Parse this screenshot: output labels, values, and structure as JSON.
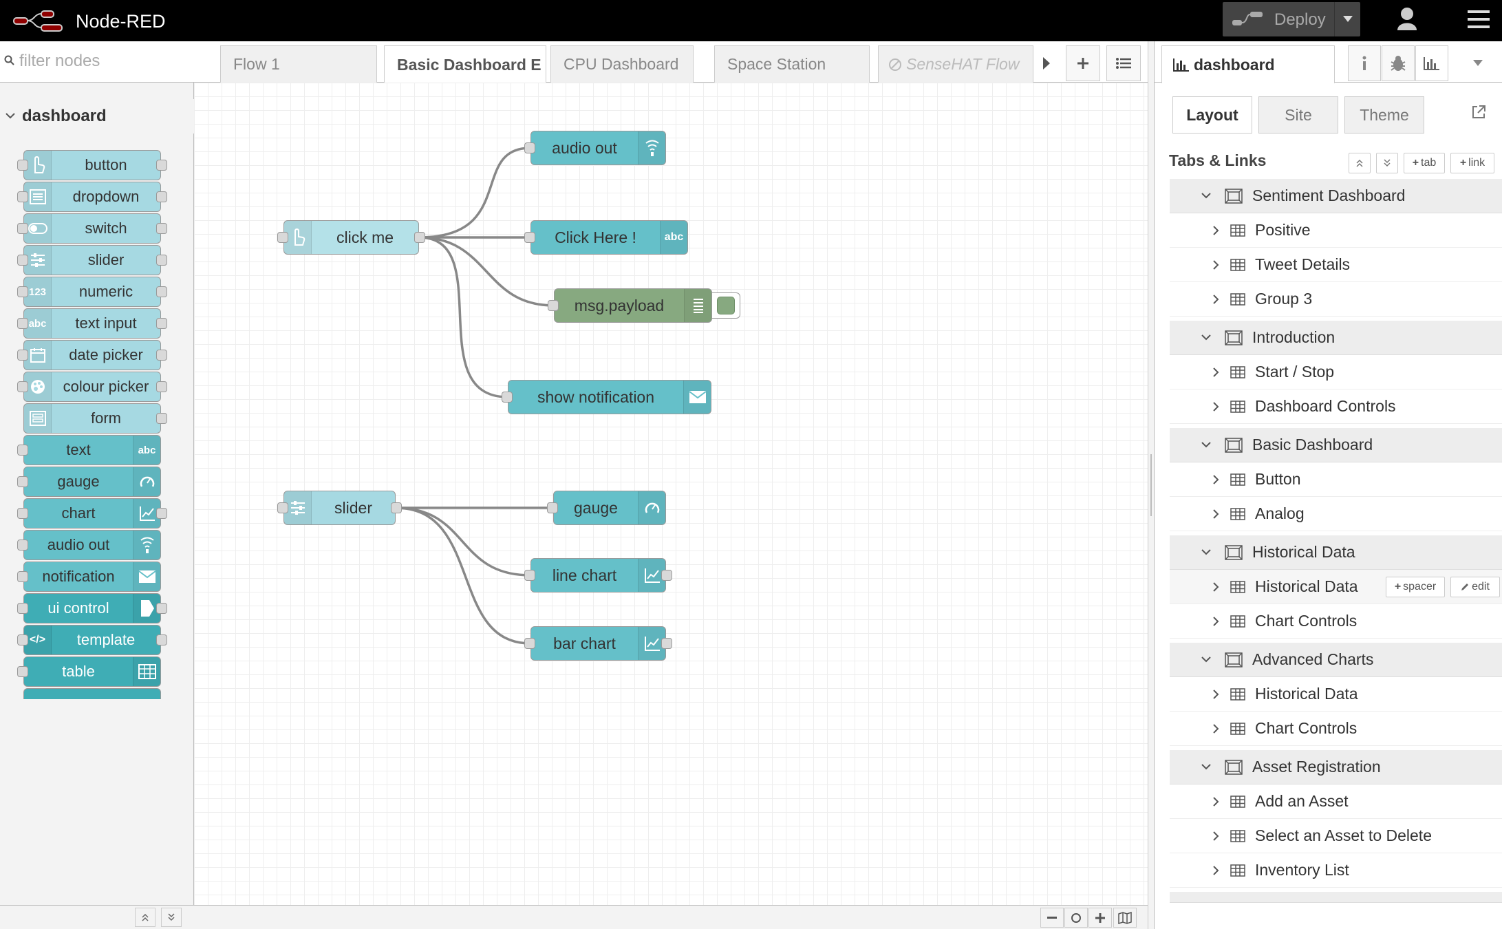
{
  "header": {
    "title": "Node-RED",
    "deploy_label": "Deploy"
  },
  "palette": {
    "filter_placeholder": "filter nodes",
    "category_label": "dashboard",
    "nodes": [
      {
        "label": "button",
        "icon": "hand-pointer-icon"
      },
      {
        "label": "dropdown",
        "icon": "list-icon"
      },
      {
        "label": "switch",
        "icon": "toggle-icon"
      },
      {
        "label": "slider",
        "icon": "sliders-icon"
      },
      {
        "label": "numeric",
        "icon": "numeric-123-icon"
      },
      {
        "label": "text input",
        "icon": "abc-icon"
      },
      {
        "label": "date picker",
        "icon": "calendar-icon"
      },
      {
        "label": "colour picker",
        "icon": "palette-icon"
      },
      {
        "label": "form",
        "icon": "form-icon"
      },
      {
        "label": "text",
        "icon": "abc-icon"
      },
      {
        "label": "gauge",
        "icon": "gauge-icon"
      },
      {
        "label": "chart",
        "icon": "line-chart-icon"
      },
      {
        "label": "audio out",
        "icon": "audio-icon"
      },
      {
        "label": "notification",
        "icon": "envelope-icon"
      },
      {
        "label": "ui control",
        "icon": "arrow-icon"
      },
      {
        "label": "template",
        "icon": "code-icon"
      },
      {
        "label": "table",
        "icon": "table-icon"
      }
    ]
  },
  "workspace": {
    "tabs": [
      {
        "label": "Flow 1"
      },
      {
        "label": "Basic Dashboard E"
      },
      {
        "label": "CPU Dashboard"
      },
      {
        "label": "Space Station"
      },
      {
        "label": "SenseHAT Flow"
      }
    ],
    "nodes": {
      "click_me": "click me",
      "audio_out": "audio out",
      "click_here": "Click Here !",
      "msg_payload": "msg.payload",
      "show_notification": "show notification",
      "slider": "slider",
      "gauge": "gauge",
      "line_chart": "line chart",
      "bar_chart": "bar chart"
    }
  },
  "sidebar": {
    "tab_label": "dashboard",
    "subtabs": [
      "Layout",
      "Site",
      "Theme"
    ],
    "section_title": "Tabs & Links",
    "add_tab_label": "tab",
    "add_link_label": "link",
    "spacer_label": "spacer",
    "edit_label": "edit",
    "tree": [
      {
        "type": "tab",
        "label": "Sentiment Dashboard"
      },
      {
        "type": "group",
        "label": "Positive"
      },
      {
        "type": "group",
        "label": "Tweet Details"
      },
      {
        "type": "group",
        "label": "Group 3"
      },
      {
        "type": "tab",
        "label": "Introduction"
      },
      {
        "type": "group",
        "label": "Start / Stop"
      },
      {
        "type": "group",
        "label": "Dashboard Controls"
      },
      {
        "type": "tab",
        "label": "Basic Dashboard"
      },
      {
        "type": "group",
        "label": "Button"
      },
      {
        "type": "group",
        "label": "Analog"
      },
      {
        "type": "tab",
        "label": "Historical Data"
      },
      {
        "type": "group",
        "label": "Historical Data"
      },
      {
        "type": "group",
        "label": "Chart Controls"
      },
      {
        "type": "tab",
        "label": "Advanced Charts"
      },
      {
        "type": "group",
        "label": "Historical Data"
      },
      {
        "type": "group",
        "label": "Chart Controls"
      },
      {
        "type": "tab",
        "label": "Asset Registration"
      },
      {
        "type": "group",
        "label": "Add an Asset"
      },
      {
        "type": "group",
        "label": "Select an Asset to Delete"
      },
      {
        "type": "group",
        "label": "Inventory List"
      }
    ]
  },
  "colors": {
    "header_bg": "#000000",
    "node_dashboard": "#a6d9e2",
    "node_debug": "#87a980",
    "wire": "#888888"
  }
}
